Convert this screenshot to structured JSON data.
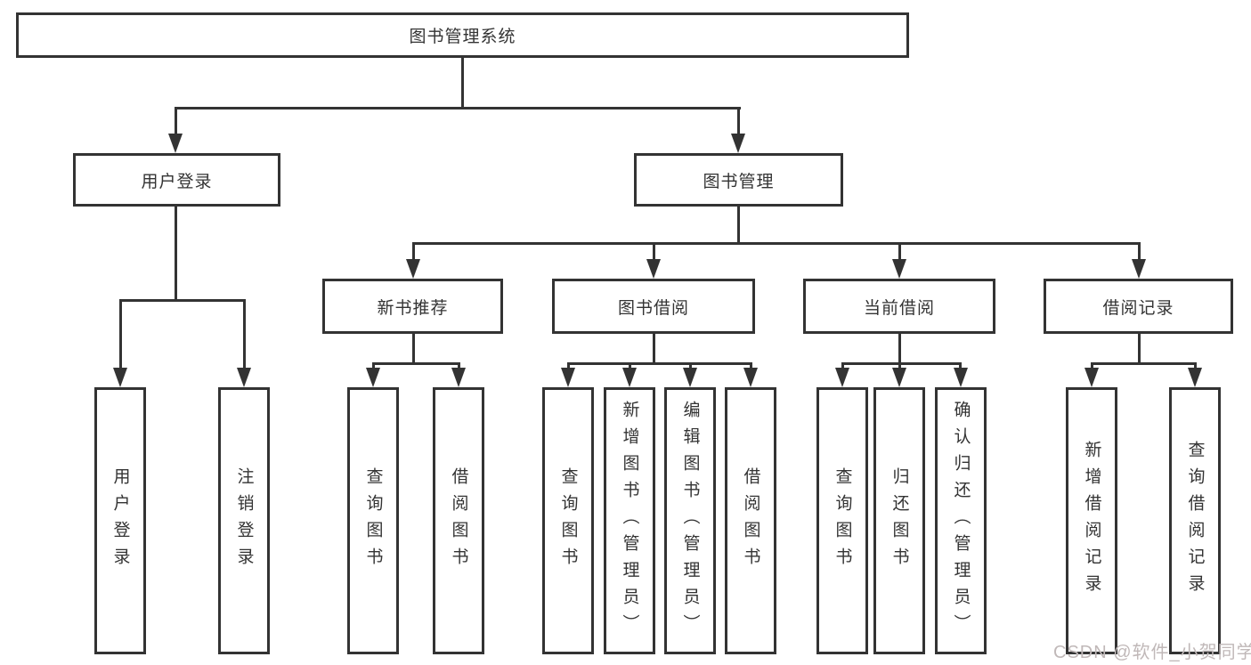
{
  "diagram": {
    "root": "图书管理系统",
    "level2": {
      "user_login": "用户登录",
      "book_management": "图书管理"
    },
    "level3": {
      "new_book_recommend": "新书推荐",
      "book_borrow": "图书借阅",
      "current_borrow": "当前借阅",
      "borrow_records": "借阅记录"
    },
    "leaves": {
      "user_login": [
        "用户登录",
        "注销登录"
      ],
      "new_book_recommend": [
        "查询图书",
        "借阅图书"
      ],
      "book_borrow": [
        "查询图书",
        "新增图书（管理员）",
        "编辑图书（管理员）",
        "借阅图书"
      ],
      "current_borrow": [
        "查询图书",
        "归还图书",
        "确认归还（管理员）"
      ],
      "borrow_records": [
        "新增借阅记录",
        "查询借阅记录"
      ]
    }
  },
  "watermark": "CSDN @软件_小贺同学",
  "colors": {
    "line": "#333333",
    "text": "#333333",
    "background": "#ffffff",
    "watermark": "#c0b8b8"
  }
}
